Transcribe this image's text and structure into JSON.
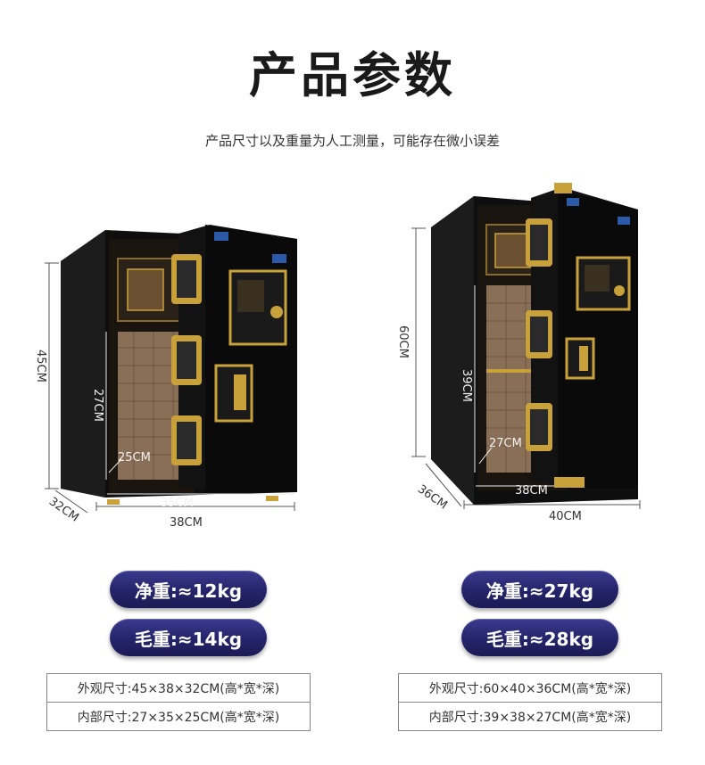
{
  "header": {
    "title": "产品参数",
    "subtitle": "产品尺寸以及重量为人工测量，可能存在微小误差"
  },
  "products": [
    {
      "height_label": "45CM",
      "inner_height_label": "27CM",
      "inner_depth_label": "25CM",
      "inner_width_label": "35CM",
      "depth_label": "32CM",
      "width_label": "38CM",
      "net_weight": "净重:≈12kg",
      "gross_weight": "毛重:≈14kg",
      "outer_size": "外观尺寸:45×38×32CM(高*宽*深)",
      "inner_size": "内部尺寸:27×35×25CM(高*宽*深)"
    },
    {
      "height_label": "60CM",
      "inner_height_label": "39CM",
      "inner_depth_label": "27CM",
      "inner_width_label": "38CM",
      "depth_label": "36CM",
      "width_label": "40CM",
      "net_weight": "净重:≈27kg",
      "gross_weight": "毛重:≈28kg",
      "outer_size": "外观尺寸:60×40×36CM(高*宽*深)",
      "inner_size": "内部尺寸:39×38×27CM(高*宽*深)"
    }
  ],
  "colors": {
    "safe_body": "#141414",
    "gold_trim": "#c9a13a",
    "quilted_lining": "#8a6f57",
    "pill_bg": "#25256c"
  }
}
